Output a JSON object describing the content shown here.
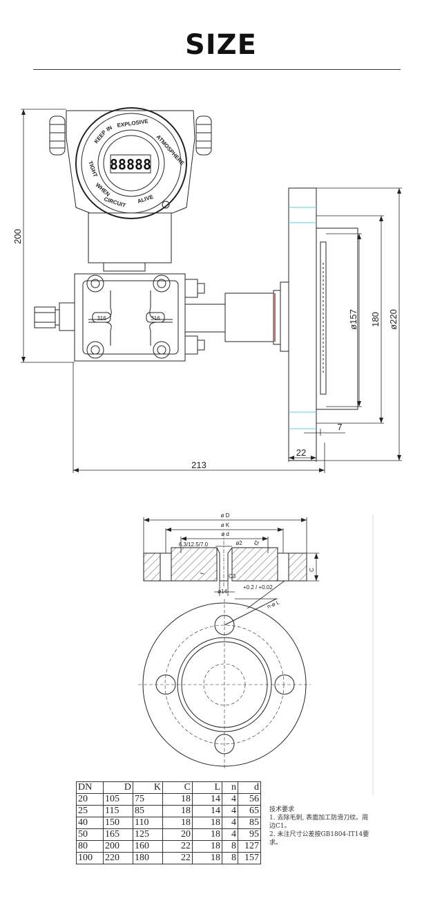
{
  "header": {
    "title": "SIZE"
  },
  "top_drawing": {
    "dims": {
      "height": "200",
      "width": "213",
      "flange_thickness": "22",
      "face_gap": "7",
      "d157": "ø157",
      "d180": "180",
      "d220": "ø220"
    },
    "display": "88888",
    "bezel_text": [
      "EXPLOSIVE",
      "ATMOSPHERE",
      "CIRCUIT",
      "ALIVE",
      "TIGHT",
      "WHEN",
      "KEEP",
      "IN"
    ],
    "body_plates": [
      "316",
      "316"
    ]
  },
  "flange_drawing": {
    "labels": {
      "D": "ø D",
      "K": "ø K",
      "d": "ø d",
      "d2": "ø2",
      "f2": "f2",
      "C": "C",
      "C3": "C3",
      "nL": "n-ø L",
      "bore": "ø14",
      "tol": "+0.2 / +0.02",
      "finish": "6.3/12.5/7.0",
      "f": "f"
    }
  },
  "spec_table": {
    "headers": [
      "DN",
      "D",
      "K",
      "C",
      "L",
      "n",
      "d"
    ],
    "rows": [
      [
        "20",
        "105",
        "75",
        "18",
        "14",
        "4",
        "56"
      ],
      [
        "25",
        "115",
        "85",
        "18",
        "14",
        "4",
        "65"
      ],
      [
        "40",
        "150",
        "110",
        "18",
        "18",
        "4",
        "85"
      ],
      [
        "50",
        "165",
        "125",
        "20",
        "18",
        "4",
        "95"
      ],
      [
        "80",
        "200",
        "160",
        "22",
        "18",
        "8",
        "127"
      ],
      [
        "100",
        "220",
        "180",
        "22",
        "18",
        "8",
        "157"
      ]
    ]
  },
  "notes": {
    "title": "技术要求",
    "items": [
      "1. 去除毛刺, 表面加工防滑刀纹。周边C1。",
      "2. 未注尺寸公差按GB1804-IT14要求。"
    ]
  }
}
